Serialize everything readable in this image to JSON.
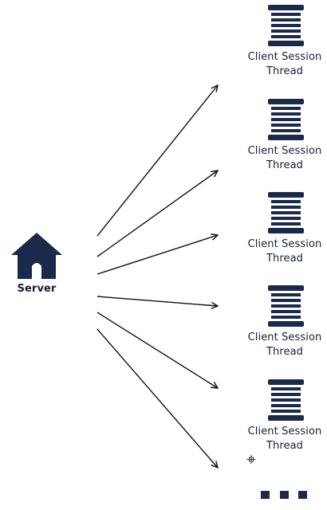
{
  "colors": {
    "icon": "#1b2a4a",
    "arrow": "#111111",
    "text": "#1a1f2e"
  },
  "server": {
    "label": "Server",
    "icon": "house-icon"
  },
  "clients": [
    {
      "label": "Client Session\nThread",
      "icon": "spool-icon"
    },
    {
      "label": "Client Session\nThread",
      "icon": "spool-icon"
    },
    {
      "label": "Client Session\nThread",
      "icon": "spool-icon"
    },
    {
      "label": "Client Session\nThread",
      "icon": "spool-icon"
    },
    {
      "label": "Client Session\nThread",
      "icon": "spool-icon"
    }
  ],
  "ellipsis": {
    "icon": "ellipsis-dots-icon"
  },
  "cursor": {
    "icon": "crosshair-cursor-icon"
  }
}
